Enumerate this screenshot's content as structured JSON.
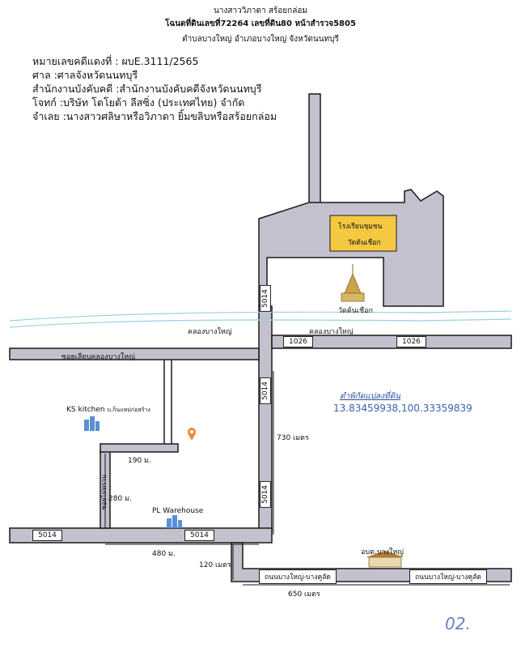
{
  "header": {
    "line1": "นางสาววิภาดา สร้อยกล่อม",
    "line2": "โฉนดที่ดินเลขที่72264 เลขที่ดิน80 หน้าสำรวจ5805",
    "line3": "ตำบลบางใหญ่ อำเภอบางใหญ่ จังหวัดนนทบุรี"
  },
  "case": {
    "number": "หมายเลขคดีแดงที่ : ผบE.3111/2565",
    "court": "ศาล :ศาลจังหวัดนนทบุรี",
    "office": "สำนักงานบังคับคดี :สำนักงานบังคับคดีจังหวัดนนทบุรี",
    "plaintiff": "โจทก์ :บริษัท โตโยต้า ลีสซิ่ง (ประเทศไทย) จำกัด",
    "defendant": "จำเลย :นางสาวศลิษาหรือวิภาดา ยิ้มขลิบหรือสร้อยกล่อม"
  },
  "map": {
    "road_5014": "5014",
    "road_1026": "1026",
    "canal_left": "คลองบางใหญ่",
    "canal_right": "คลองบางใหญ่",
    "soi": "ซอยเลียบคลองบางใหญ่",
    "school_line1": "โรงเรียนชุมชน",
    "school_line2": "วัดต้นเชือก",
    "temple": "วัดต้นเชือก",
    "ks_kitchen": "KS kitchen",
    "ks_sub": "บ.ก็นแหม่ก่อสร้าง",
    "pl_warehouse": "PL Warehouse",
    "dist_190": "190 ม.",
    "dist_280": "280 ม.",
    "dist_480": "480 ม.",
    "dist_730": "730 เมตร",
    "dist_120": "120 เมตร",
    "dist_650": "650 เมตร",
    "soi_vertical": "ซอยไม่ทราบ",
    "obt": "อบต.บางใหญ่",
    "road_bottom_left": "ถนนบางใหญ่-บางคูลัด",
    "road_bottom_right": "ถนนบางใหญ่-บางคูลัด",
    "coord_title": "ตำพิกัดแปลงที่ดิน",
    "coord_value": "13.83459938,100.33359839"
  },
  "signature": "02.",
  "colors": {
    "road_fill": "#c3c1cd",
    "road_edge": "#1a1a1a",
    "canal": "#9ccfe4",
    "school_fill": "#f5c842",
    "coord": "#3a5fb0"
  }
}
